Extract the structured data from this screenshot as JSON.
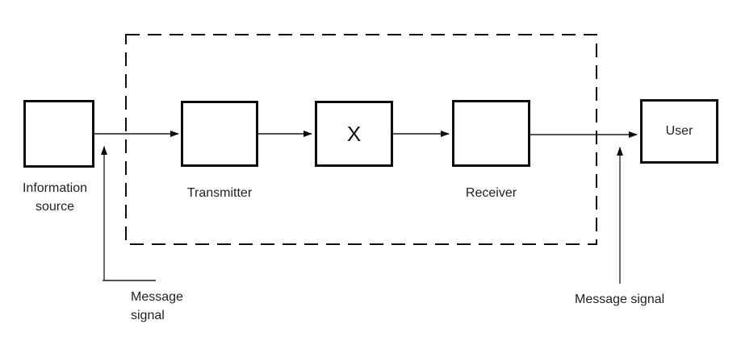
{
  "canvas": {
    "background": "#ffffff",
    "line_color": "#1a1a1a",
    "text_color": "#1f1f1f"
  },
  "nodes": {
    "information_source": {
      "label_line1": "Information",
      "label_line2": "source"
    },
    "transmitter": {
      "label": "Transmitter"
    },
    "channel": {
      "symbol": "X"
    },
    "receiver": {
      "label": "Receiver"
    },
    "user": {
      "label": "User"
    }
  },
  "annotations": {
    "message_signal_left": {
      "line1": "Message",
      "line2": "signal"
    },
    "message_signal_right": {
      "text": "Message signal"
    }
  }
}
